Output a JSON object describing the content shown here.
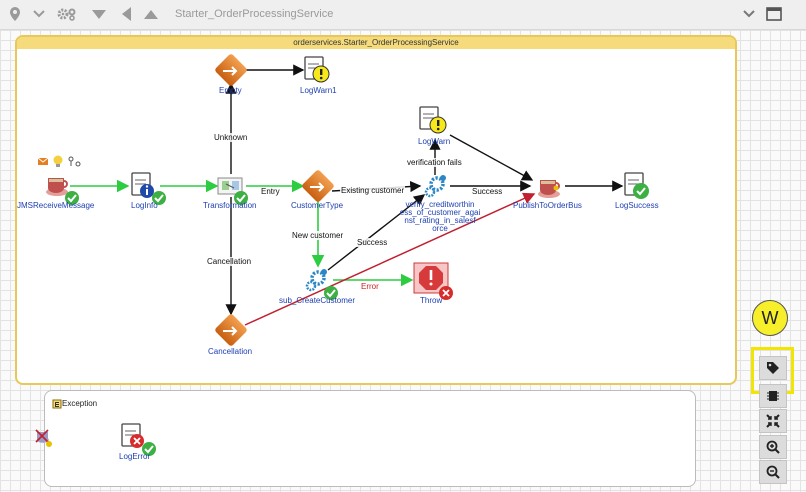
{
  "toolbar": {
    "title": "Starter_OrderProcessingService"
  },
  "process": {
    "title": "orderservices.Starter_OrderProcessingService"
  },
  "activities": {
    "jms_receive": "JMSReceiveMessage",
    "log_info": "LogInfo",
    "transformation": "Transformation",
    "empty": "Empty",
    "log_warn1": "LogWarn1",
    "customer_type": "CustomerType",
    "cancellation": "Cancellation",
    "sub_create_customer": "sub_CreateCustomer",
    "throw": "Throw",
    "log_warn": "LogWarn",
    "verify_credit_lines": [
      "verify_creditworthin",
      "ess_of_customer_agai",
      "nst_rating_in_salesf",
      "orce"
    ],
    "publish": "PublishToOrderBus",
    "log_success": "LogSuccess",
    "log_error": "LogError"
  },
  "transitions": {
    "unknown": "Unknown",
    "entry": "Entry",
    "cancellation": "Cancellation",
    "existing_customer": "Existing customer",
    "new_customer": "New customer",
    "success_sub": "Success",
    "error": "Error",
    "verification_fails": "verification fails",
    "success_verify": "Success"
  },
  "exception": {
    "label": "Exception"
  },
  "annotation": {
    "badge": "W"
  },
  "colors": {
    "success": "#3cb043",
    "error": "#d62c2c",
    "warn": "#f6e81b",
    "router": "#e07a20",
    "activity_label": "#1d3fb1",
    "highlight": "#f2e600"
  }
}
